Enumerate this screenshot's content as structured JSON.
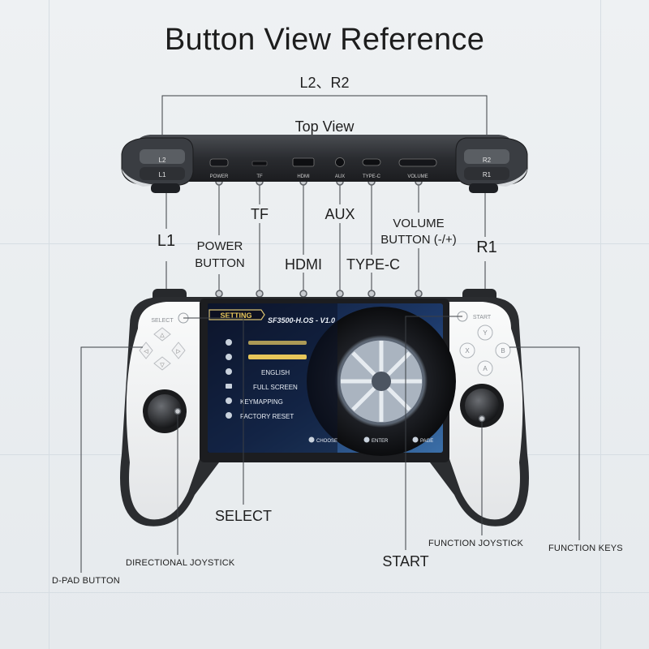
{
  "title": "Button View Reference",
  "labels": {
    "l2_r2": "L2、R2",
    "top_view": "Top View",
    "l1": "L1",
    "r1": "R1",
    "power_button": "POWER\nBUTTON",
    "tf": "TF",
    "hdmi": "HDMI",
    "aux": "AUX",
    "type_c": "TYPE-C",
    "volume_button": "VOLUME\nBUTTON (-/+)",
    "select": "SELECT",
    "start": "START",
    "directional_joystick": "DIRECTIONAL JOYSTICK",
    "function_joystick": "FUNCTION JOYSTICK",
    "dpad_button": "D-PAD BUTTON",
    "function_keys": "FUNCTION KEYS"
  },
  "top_device": {
    "l2": "L2",
    "l1": "L1",
    "r2": "R2",
    "r1": "R1",
    "ports": [
      "POWER",
      "TF",
      "HDMI",
      "AUX",
      "TYPE-C",
      "VOLUME"
    ]
  },
  "device": {
    "select_text": "SELECT",
    "start_text": "START",
    "face_buttons": [
      "Y",
      "X",
      "B",
      "A"
    ]
  },
  "screen": {
    "setting_badge": "SETTING",
    "firmware": "SF3500-H.OS - V1.0",
    "menu": [
      "ENGLISH",
      "FULL SCREEN",
      "KEYMAPPING",
      "FACTORY RESET"
    ],
    "footer": [
      "CHOOSE",
      "ENTER",
      "PAGE"
    ]
  },
  "colors": {
    "shell_white": "#f2f3f4",
    "shell_black": "#2b2d30",
    "screen_bg": "#1a2a4a",
    "accent_yellow": "#e7c65a"
  }
}
